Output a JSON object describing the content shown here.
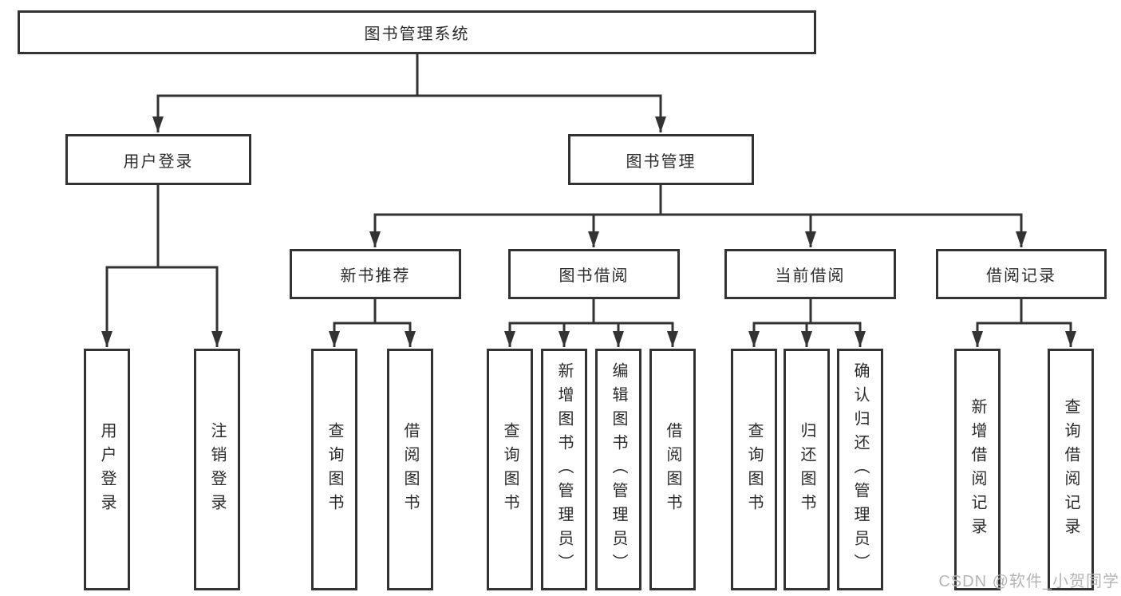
{
  "diagram": {
    "root": {
      "label": "图书管理系统"
    },
    "level2": [
      {
        "label": "用户登录"
      },
      {
        "label": "图书管理"
      }
    ],
    "level3": [
      {
        "label": "新书推荐"
      },
      {
        "label": "图书借阅"
      },
      {
        "label": "当前借阅"
      },
      {
        "label": "借阅记录"
      }
    ],
    "leaves": [
      {
        "label": "用户登录"
      },
      {
        "label": "注销登录"
      },
      {
        "label": "查询图书"
      },
      {
        "label": "借阅图书"
      },
      {
        "label": "查询图书"
      },
      {
        "label": "新增图书（管理员）"
      },
      {
        "label": "编辑图书（管理员）"
      },
      {
        "label": "借阅图书"
      },
      {
        "label": "查询图书"
      },
      {
        "label": "归还图书"
      },
      {
        "label": "确认归还（管理员）"
      },
      {
        "label": "新增借阅记录"
      },
      {
        "label": "查询借阅记录"
      }
    ],
    "watermark": "CSDN @软件_小贺同学",
    "colors": {
      "line": "#333333",
      "text": "#2b2b2b",
      "watermark": "#b5b5b5",
      "background": "#ffffff"
    }
  }
}
